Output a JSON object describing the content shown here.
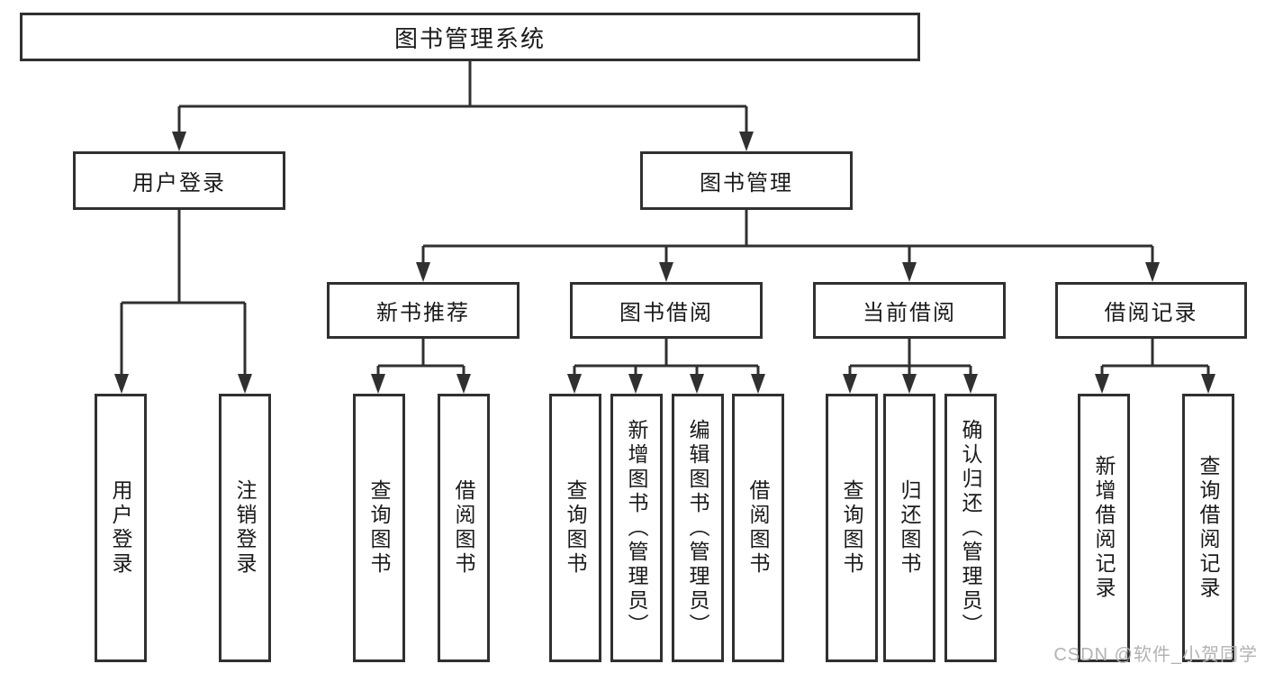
{
  "colors": {
    "line": "#303030",
    "text": "#1a1a1a",
    "watermark": "#b3b3b3",
    "bg": "#ffffff"
  },
  "tree": {
    "root": "图书管理系统",
    "children": [
      {
        "label": "用户登录",
        "children": [
          "用户登录",
          "注销登录"
        ]
      },
      {
        "label": "图书管理",
        "children": [
          {
            "label": "新书推荐",
            "children": [
              "查询图书",
              "借阅图书"
            ]
          },
          {
            "label": "图书借阅",
            "children": [
              "查询图书",
              "新增图书（管理员）",
              "编辑图书（管理员）",
              "借阅图书"
            ]
          },
          {
            "label": "当前借阅",
            "children": [
              "查询图书",
              "归还图书",
              "确认归还（管理员）"
            ]
          },
          {
            "label": "借阅记录",
            "children": [
              "新增借阅记录",
              "查询借阅记录"
            ]
          }
        ]
      }
    ]
  },
  "watermark": {
    "text": "CSDN @软件_小贺同学"
  }
}
